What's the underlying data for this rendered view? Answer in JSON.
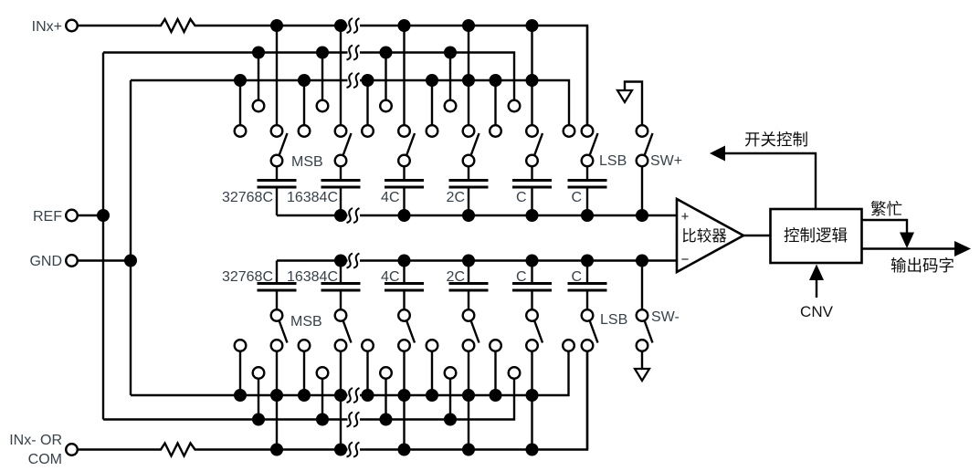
{
  "colors": {
    "wire": "#000000",
    "latin_text": "#37424c",
    "cjk_text": "#0d0d0d",
    "background": "#ffffff"
  },
  "terminals": {
    "in_plus": "INx+",
    "ref": "REF",
    "gnd": "GND",
    "in_minus_line1": "INx- OR",
    "in_minus_line2": "COM"
  },
  "top_array": {
    "msb": "MSB",
    "lsb": "LSB",
    "switch": "SW+",
    "caps": [
      "32768C",
      "16384C",
      "4C",
      "2C",
      "C",
      "C"
    ]
  },
  "bottom_array": {
    "msb": "MSB",
    "lsb": "LSB",
    "switch": "SW-",
    "caps": [
      "32768C",
      "16384C",
      "4C",
      "2C",
      "C",
      "C"
    ]
  },
  "comparator": {
    "plus": "+",
    "minus": "−",
    "label": "比较器"
  },
  "control_logic": {
    "label": "控制逻辑"
  },
  "signals": {
    "switch_control": "开关控制",
    "busy": "繁忙",
    "conversion": "CNV",
    "output": "输出码字"
  }
}
